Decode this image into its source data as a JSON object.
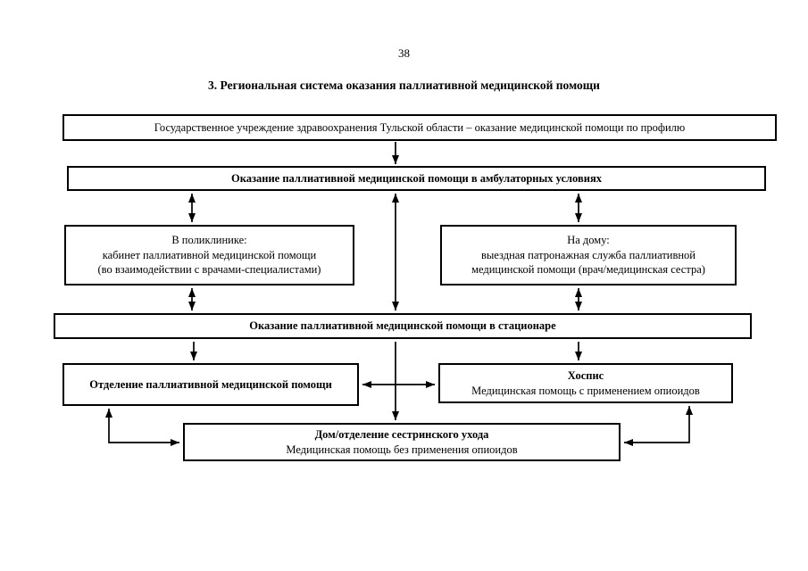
{
  "page": {
    "number": "38",
    "title": "3. Региональная система оказания паллиативной медицинской помощи"
  },
  "boxes": {
    "gov": {
      "text": "Государственное учреждение здравоохранения Тульской области – оказание медицинской помощи по профилю"
    },
    "outpatient": {
      "text": "Оказание паллиативной медицинской помощи в амбулаторных условиях"
    },
    "polyclinic": {
      "lines": [
        "В поликлинике:",
        "кабинет паллиативной медицинской помощи",
        "(во взаимодействии с врачами-специалистами)"
      ]
    },
    "home": {
      "lines": [
        "На дому:",
        "выездная патронажная служба паллиативной",
        "медицинской помощи (врач/медицинская сестра)"
      ]
    },
    "inpatient": {
      "text": "Оказание паллиативной медицинской помощи в стационаре"
    },
    "department": {
      "text": "Отделение паллиативной медицинской помощи"
    },
    "hospice": {
      "title": "Хоспис",
      "subtitle": "Медицинская помощь с применением опиоидов"
    },
    "nursing": {
      "title": "Дом/отделение сестринского ухода",
      "subtitle": "Медицинская помощь без применения опиоидов"
    }
  },
  "colors": {
    "background": "#ffffff",
    "line": "#000000",
    "text": "#000000"
  }
}
